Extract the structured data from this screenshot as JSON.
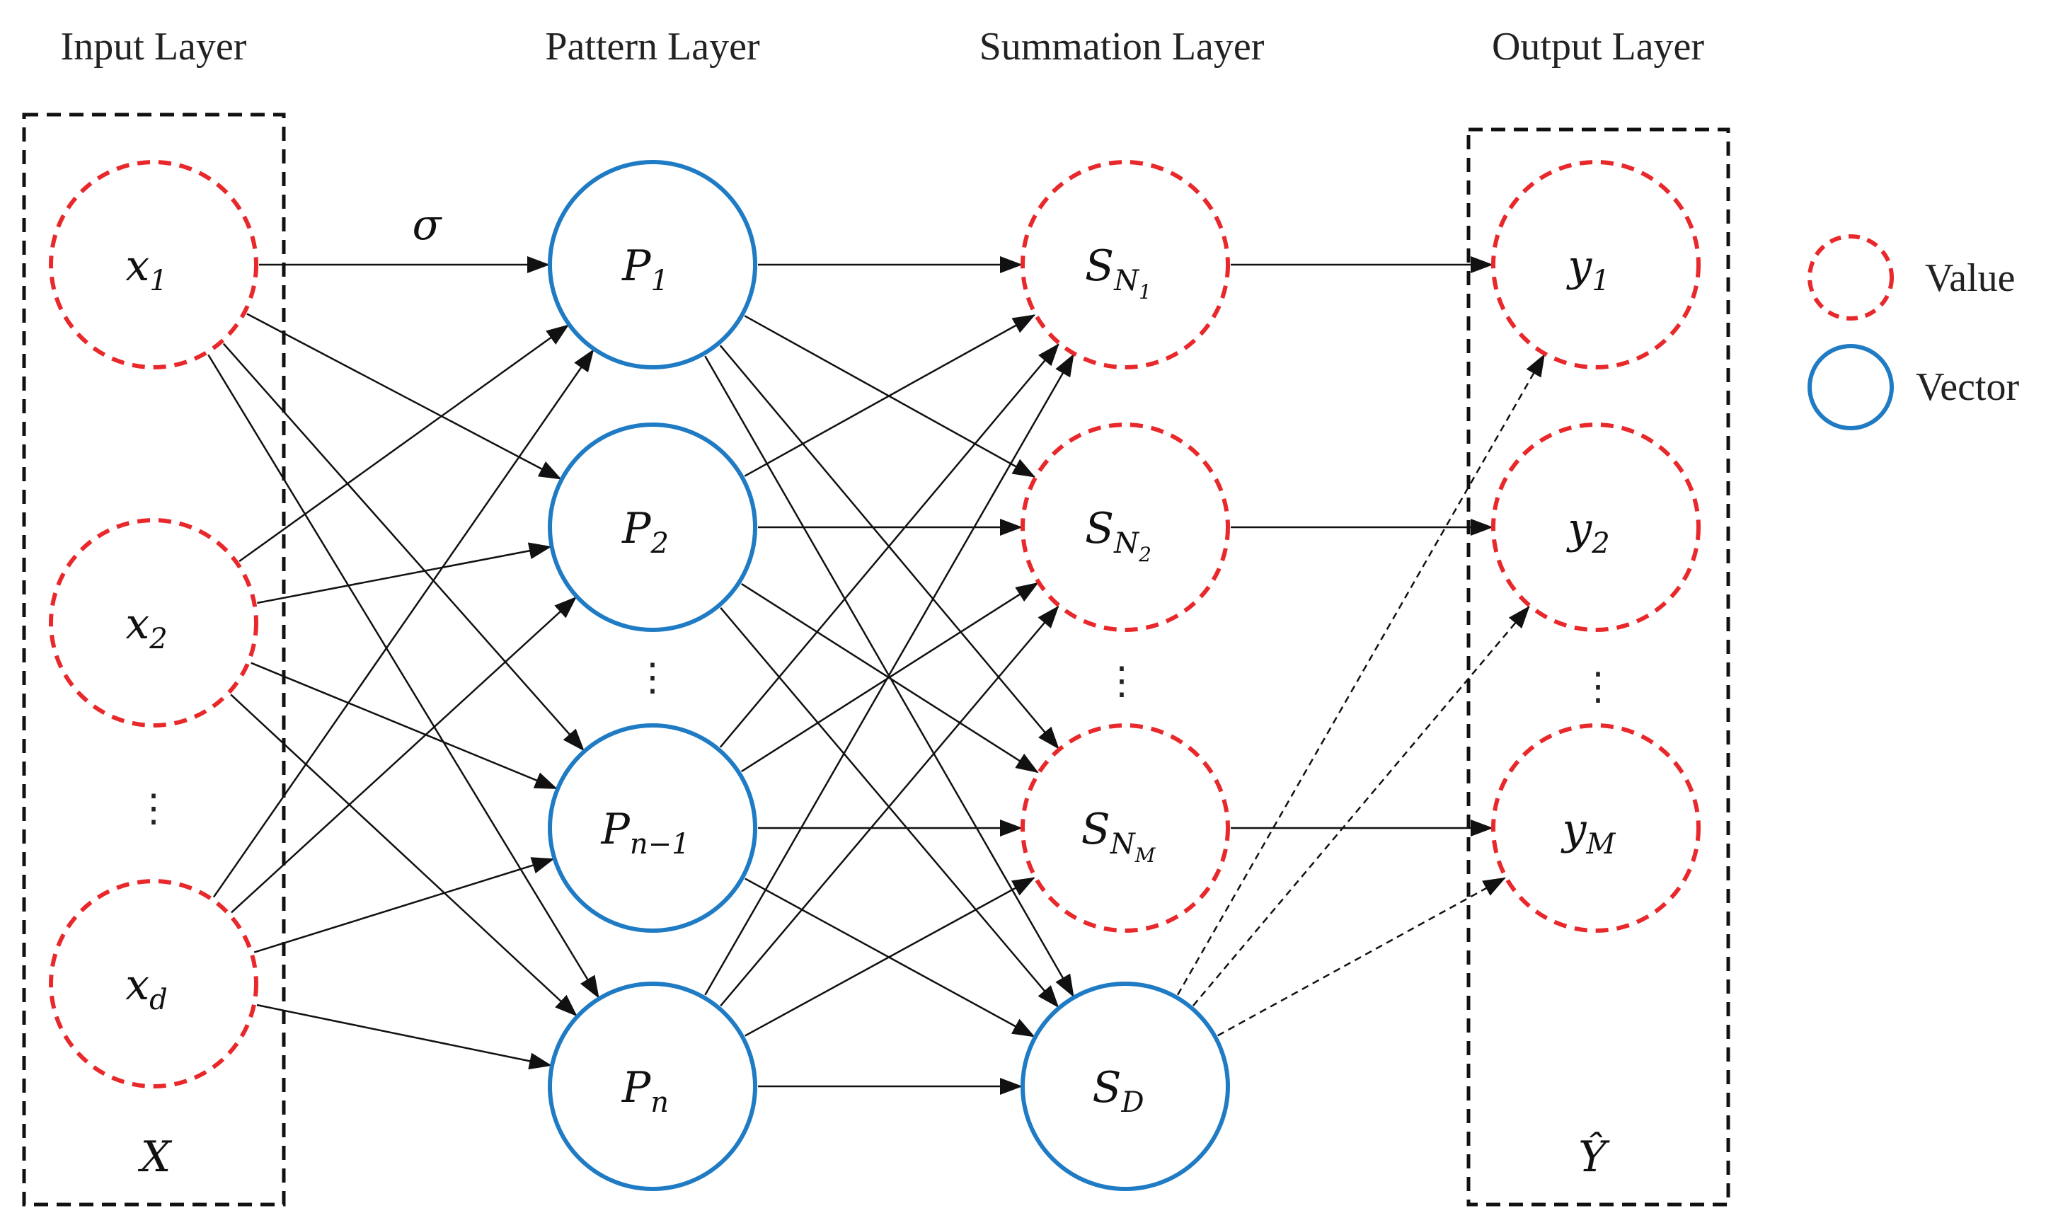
{
  "layers": {
    "input": "Input Layer",
    "pattern": "Pattern Layer",
    "summation": "Summation Layer",
    "output": "Output Layer"
  },
  "input_nodes": [
    {
      "id": "x1",
      "base": "x",
      "sub": "1"
    },
    {
      "id": "x2",
      "base": "x",
      "sub": "2"
    },
    {
      "id": "xd",
      "base": "x",
      "sub": "d"
    }
  ],
  "pattern_nodes": [
    {
      "id": "P1",
      "base": "P",
      "sub": "1"
    },
    {
      "id": "P2",
      "base": "P",
      "sub": "2"
    },
    {
      "id": "Pn1",
      "base": "P",
      "sub": "n−1"
    },
    {
      "id": "Pn",
      "base": "P",
      "sub": "n"
    }
  ],
  "summation_nodes": [
    {
      "id": "SN1",
      "base": "S",
      "sub": "N",
      "subsub": "1"
    },
    {
      "id": "SN2",
      "base": "S",
      "sub": "N",
      "subsub": "2"
    },
    {
      "id": "SNM",
      "base": "S",
      "sub": "N",
      "subsub": "M"
    },
    {
      "id": "SD",
      "base": "S",
      "sub": "D",
      "subsub": ""
    }
  ],
  "output_nodes": [
    {
      "id": "y1",
      "base": "y",
      "sub": "1"
    },
    {
      "id": "y2",
      "base": "y",
      "sub": "2"
    },
    {
      "id": "yM",
      "base": "y",
      "sub": "M"
    }
  ],
  "labels": {
    "sigma": "σ",
    "input_box": "X",
    "output_box": "Ŷ",
    "ellipsis": "⋮"
  },
  "legend": {
    "value": "Value",
    "vector": "Vector"
  },
  "colors": {
    "value_node": "#e8282b",
    "vector_node": "#1f7bc4",
    "edge": "#111111",
    "box": "#111111"
  }
}
